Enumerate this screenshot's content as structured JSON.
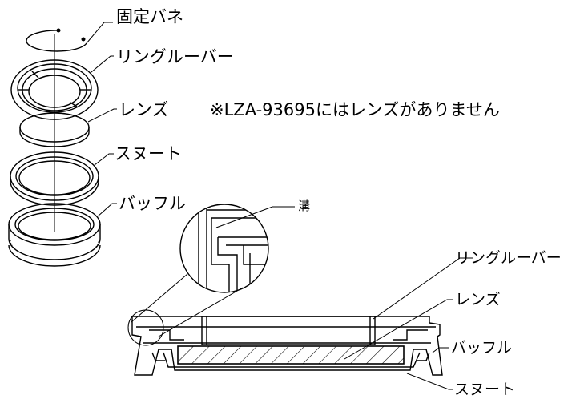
{
  "exploded_labels": {
    "spring": "固定バネ",
    "ring_louver": "リングルーバー",
    "lens": "レンズ",
    "note": "※LZA-93695にはレンズがありません",
    "gasket": "スヌート",
    "baffle": "バッフル"
  },
  "section_labels": {
    "groove": "溝",
    "ring_louver": "リングルーバー",
    "lens": "レンズ",
    "baffle": "バッフル",
    "gasket": "スヌート"
  }
}
